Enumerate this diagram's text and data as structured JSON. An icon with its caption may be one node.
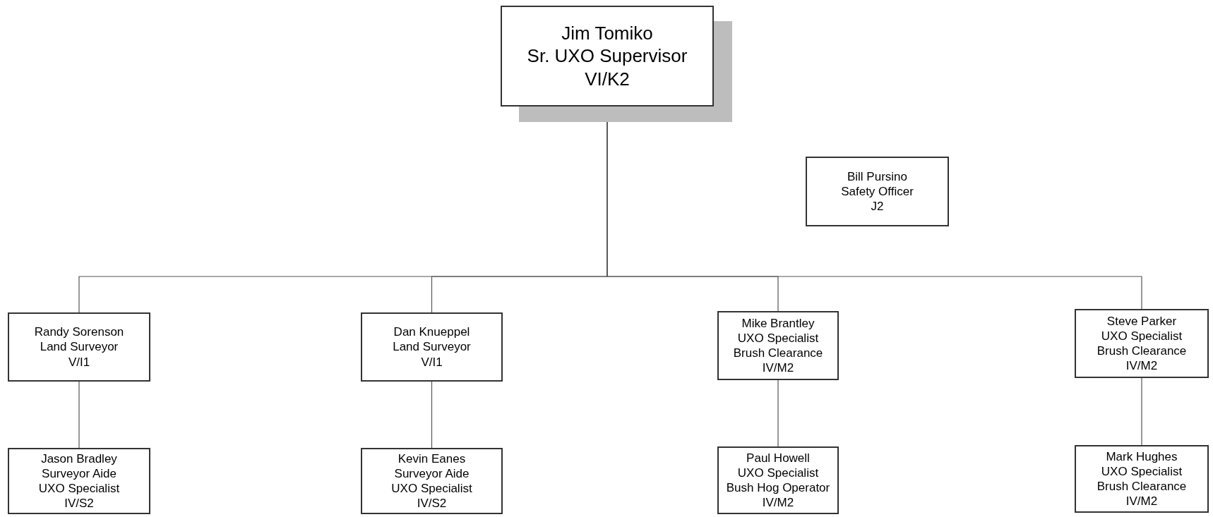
{
  "diagram": {
    "nodes": [
      {
        "text": [
          "Jim Tomiko",
          "Sr. UXO Supervisor",
          "VI/K2"
        ]
      },
      {
        "text": [
          "Bill Pursino",
          "Safety Officer",
          "J2"
        ]
      },
      {
        "text": [
          "Randy Sorenson",
          "Land Surveyor",
          "V/I1"
        ]
      },
      {
        "text": [
          "Dan Knueppel",
          "Land Surveyor",
          "V/I1"
        ]
      },
      {
        "text": [
          "Mike Brantley",
          "UXO Specialist",
          "Brush Clearance",
          "IV/M2"
        ]
      },
      {
        "text": [
          "Steve Parker",
          "UXO Specialist",
          "Brush Clearance",
          "IV/M2"
        ]
      },
      {
        "text": [
          "Jason Bradley",
          "Surveyor Aide",
          "UXO Specialist",
          "IV/S2"
        ]
      },
      {
        "text": [
          "Kevin Eanes",
          "Surveyor Aide",
          "UXO Specialist",
          "IV/S2"
        ]
      },
      {
        "text": [
          "Paul Howell",
          "UXO Specialist",
          "Bush Hog Operator",
          "IV/M2"
        ]
      },
      {
        "text": [
          "Mark Hughes",
          "UXO Specialist",
          "Brush Clearance",
          "IV/M2"
        ]
      }
    ],
    "edges": [
      {
        "from": 0,
        "to": 2,
        "arrow": "none"
      },
      {
        "from": 0,
        "to": 3,
        "arrow": "none"
      },
      {
        "from": 0,
        "to": 4,
        "arrow": "none"
      },
      {
        "from": 0,
        "to": 5,
        "arrow": "none"
      },
      {
        "from": 2,
        "to": 6,
        "arrow": "none"
      },
      {
        "from": 3,
        "to": 7,
        "arrow": "none"
      },
      {
        "from": 4,
        "to": 8,
        "arrow": "none"
      },
      {
        "from": 5,
        "to": 9,
        "arrow": "none"
      }
    ]
  }
}
